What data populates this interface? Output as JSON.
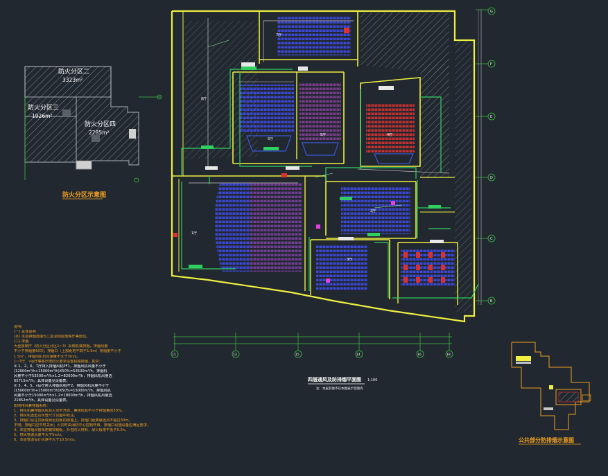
{
  "fire_zones": {
    "zone2": {
      "name": "防火分区二",
      "area": "3323m²"
    },
    "zone3": {
      "name": "防火分区三",
      "area": "1926m²"
    },
    "zone4": {
      "name": "防火分区四",
      "area": "2285m²"
    },
    "caption": "防火分区示意图"
  },
  "plan": {
    "caption": "四层通风及防排烟平面图",
    "scale": "1:100",
    "subcaption": "注：本层其他不在本图表示范围内"
  },
  "mini_plan": {
    "caption": "公共部分防排烟示意图"
  },
  "axes": {
    "bottom": [
      "11",
      "13",
      "15",
      "14",
      "16",
      "18"
    ],
    "right": [
      "G",
      "F",
      "E",
      "D",
      "C",
      "B"
    ]
  },
  "hall_labels": [
    "1厅",
    "2厅",
    "3厅",
    "4厅",
    "5厅",
    "6厅",
    "7厅",
    "8厅"
  ],
  "notes": [
    {
      "text": "说明：",
      "hl": false
    },
    {
      "text": "(一) 总体说明",
      "hl": false
    },
    {
      "text": "(本) 本层排烟范围为二层至四层放映厅等部位。",
      "hl": false
    },
    {
      "text": "(二) 排烟",
      "hl": false
    },
    {
      "text": "    大型放映厅（防火分区分区1~3）采用机械排烟，排烟风量",
      "hl": false
    },
    {
      "text": "不小于排烟量60次；排烟口（上部距地不高于1.5m）排烟量不小于",
      "hl": false
    },
    {
      "text": "1.5m²，排烟风机出风速度不大于3m/s。",
      "hl": false
    },
    {
      "text": "    1~7厅、vip厅等各厅按防火要求设置机械排烟，其中：",
      "hl": false
    },
    {
      "text": "① 1、2、6、7厅排入排烟风机PF1，排烟风机风量不小于",
      "hl": true
    },
    {
      "text": "(12000m³/h+15000m³/h)X50%=53500m³/h，排烟机",
      "hl": true
    },
    {
      "text": "风量不小于53500m³/h×1.2=82000m³/h，排烟风机风量选",
      "hl": true
    },
    {
      "text": "65715m³/h，具体设备见设备表。",
      "hl": true
    },
    {
      "text": "② 3、4、5、vip厅排入排烟风机PF2，排烟风机风量不小于",
      "hl": true
    },
    {
      "text": "(15000m³/h+15000m³/h)X50%=15000m³/h，排烟风机",
      "hl": true
    },
    {
      "text": "风量不小于15000m³/h×1.2=18000m³/h，排烟风机风量选",
      "hl": true
    },
    {
      "text": "21852m³/h，具体设备见设备表。",
      "hl": true
    },
    {
      "text": "影院排风兼排烟系统：",
      "hl": false
    },
    {
      "text": "    1、排风机兼排烟风机在火灾时开启，兼排风机不小于排烟量的50%。",
      "hl": false
    },
    {
      "text": "    2、排风机选型及风管尺寸见图中标注。",
      "hl": false
    },
    {
      "text": "    3、排烟口设在顶板或靠近顶板的侧墙上，排烟口距离最远点不超过30m。",
      "hl": false
    },
    {
      "text": "不限；排烟口应平时关闭；火灾时由消防中心控制开启，排烟口设施设备应满足要求；",
      "hl": false
    },
    {
      "text": "    4、本层排烟风管采用镀锌钢板，外包防火材料，耐火极限不低于0.5h。",
      "hl": false
    },
    {
      "text": "    5、排风管道风速不大于5m/s。",
      "hl": false
    },
    {
      "text": "    6、本层管道设计风速不大于10.5m/s。",
      "hl": false
    }
  ]
}
